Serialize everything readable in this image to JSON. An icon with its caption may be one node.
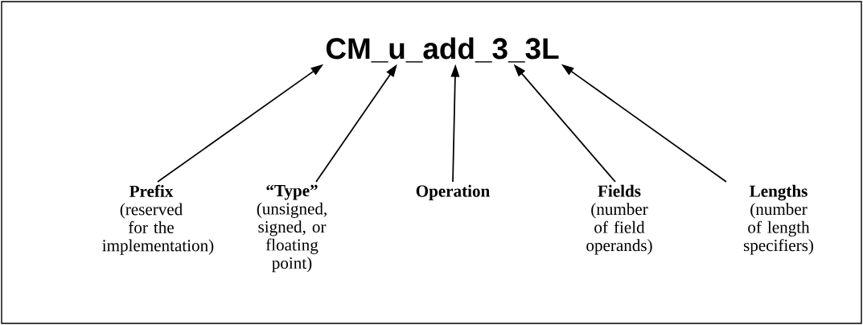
{
  "diagram": {
    "nodes": [
      {
        "text": [
          "CM_u_add_3_3L"
        ]
      },
      {
        "text": [
          "Prefix",
          "(reserved for the implementation)"
        ]
      },
      {
        "text": [
          "“Type”",
          "(unsigned, signed, or floating point)"
        ]
      },
      {
        "text": [
          "Operation"
        ]
      },
      {
        "text": [
          "Fields",
          "(number of field operands)"
        ]
      },
      {
        "text": [
          "Lengths",
          "(number of length specifiers)"
        ]
      }
    ],
    "edges": [
      {
        "from": 1,
        "to": 0,
        "arrow": "to"
      },
      {
        "from": 2,
        "to": 0,
        "arrow": "to"
      },
      {
        "from": 3,
        "to": 0,
        "arrow": "to"
      },
      {
        "from": 4,
        "to": 0,
        "arrow": "to"
      },
      {
        "from": 5,
        "to": 0,
        "arrow": "to"
      }
    ]
  }
}
